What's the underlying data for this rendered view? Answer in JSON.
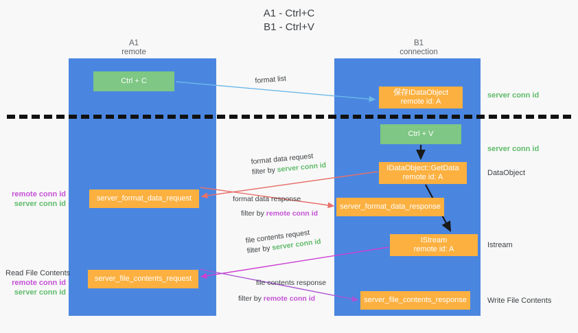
{
  "title": {
    "line1": "A1 - Ctrl+C",
    "line2": "B1 - Ctrl+V"
  },
  "columns": [
    {
      "name": "A1",
      "sub": "remote"
    },
    {
      "name": "B1",
      "sub": "connection"
    }
  ],
  "nodes": {
    "ctrl_c": {
      "label": "Ctrl + C",
      "color": "#7ec784"
    },
    "save_idataobject": {
      "line1": "保存IDataObject",
      "line2": "remote id: A",
      "color": "#fbb040"
    },
    "ctrl_v": {
      "label": "Ctrl + V",
      "color": "#7ec784"
    },
    "getdata": {
      "line1": "IDataObject::GetData",
      "line2": "remote id: A",
      "color": "#fbb040"
    },
    "istream": {
      "line1": "IStream",
      "line2": "remote id: A",
      "color": "#fbb040"
    },
    "server_format_data_request": {
      "label": "server_format_data_request",
      "color": "#fbb040"
    },
    "server_format_data_response": {
      "label": "server_format_data_response",
      "color": "#fbb040"
    },
    "server_file_contents_request": {
      "label": "server_file_contents_request",
      "color": "#fbb040"
    },
    "server_file_contents_response": {
      "label": "server_file_contents_response",
      "color": "#fbb040"
    }
  },
  "right_notes": {
    "server_conn_id_1": "server conn id",
    "server_conn_id_2": "server conn id",
    "dataobject": "DataObject",
    "istream": "Istream",
    "write_file_contents": "Write File Contents"
  },
  "left_notes": {
    "mid": {
      "remote": "remote conn id",
      "server": "server conn id"
    },
    "bottom": {
      "heading": "Read File Contents",
      "remote": "remote conn id",
      "server": "server conn id"
    }
  },
  "edges": {
    "format_list": {
      "label": "format list",
      "color": "#6cb8e8"
    },
    "format_data_request": {
      "label": "format data request",
      "filter_prefix": "filter by ",
      "filter_kw": "server conn id",
      "color": "#e8716a"
    },
    "format_data_response": {
      "label": "format data response",
      "filter_prefix": "filter by ",
      "filter_kw": "remote conn id",
      "color": "#e8716a"
    },
    "file_contents_request": {
      "label": "file contents request",
      "filter_prefix": "filter by ",
      "filter_kw": "server conn id",
      "color": "#cc3fd0"
    },
    "file_contents_response": {
      "label": "file contents response",
      "filter_prefix": "filter by ",
      "filter_kw": "remote conn id",
      "color": "#aa52d4"
    }
  },
  "colors": {
    "lane": "#4a86e0",
    "green_node": "#7ec784",
    "orange_node": "#fbb040",
    "remote_kw": "#c452d4",
    "server_kw": "#5fbb6a",
    "dashed": "#111111",
    "background": "#f8f8f8"
  }
}
